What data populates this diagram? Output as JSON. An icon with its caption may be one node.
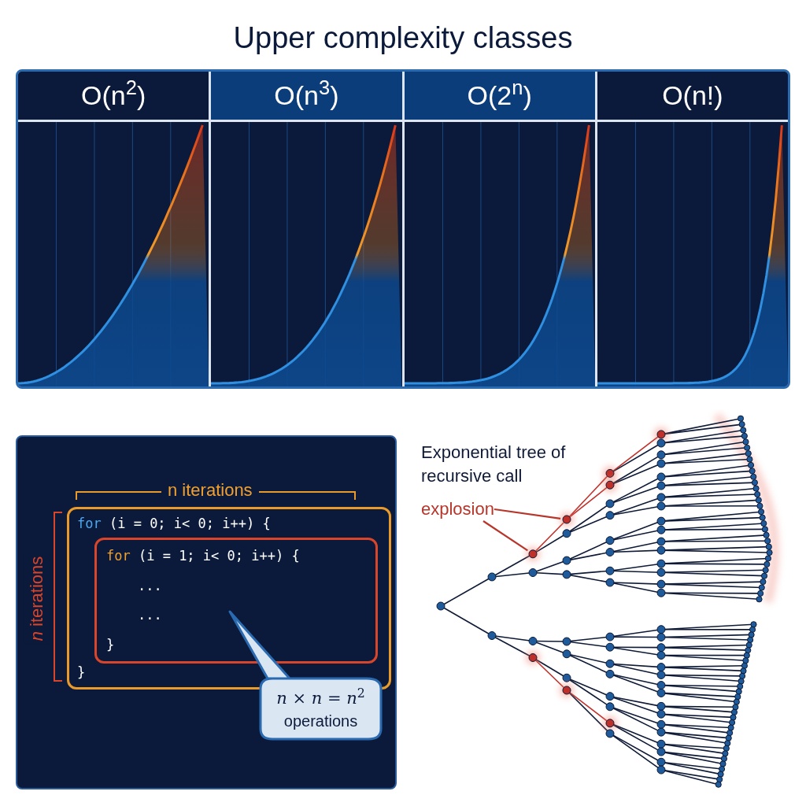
{
  "diagram": {
    "title": "Upper complexity classes",
    "nodes": [
      {
        "text": [
          "O(n$^{2}$)"
        ]
      },
      {
        "text": [
          "O(n$^{3}$)"
        ]
      },
      {
        "text": [
          "O(2$^{n}$)"
        ]
      },
      {
        "text": [
          "O(n!)"
        ]
      },
      {
        "text": [
          "for (i = 0; i< 0; i++) {",
          "}"
        ]
      },
      {
        "text": [
          "for (i = 1; i< 0; i++) {",
          "...",
          "...",
          "}"
        ],
        "in": 4
      },
      {
        "text": [
          "*n* × *n* = *n*$^{2}$",
          "operations"
        ]
      },
      {
        "text": [
          "explosion"
        ]
      }
    ],
    "edges": [
      {
        "from": 7,
        "to": null,
        "arrow": "none"
      },
      {
        "from": 7,
        "to": null,
        "arrow": "none"
      }
    ],
    "labels": [
      "n iterations",
      "*n* iterations",
      "Exponential tree of recursive call"
    ]
  }
}
